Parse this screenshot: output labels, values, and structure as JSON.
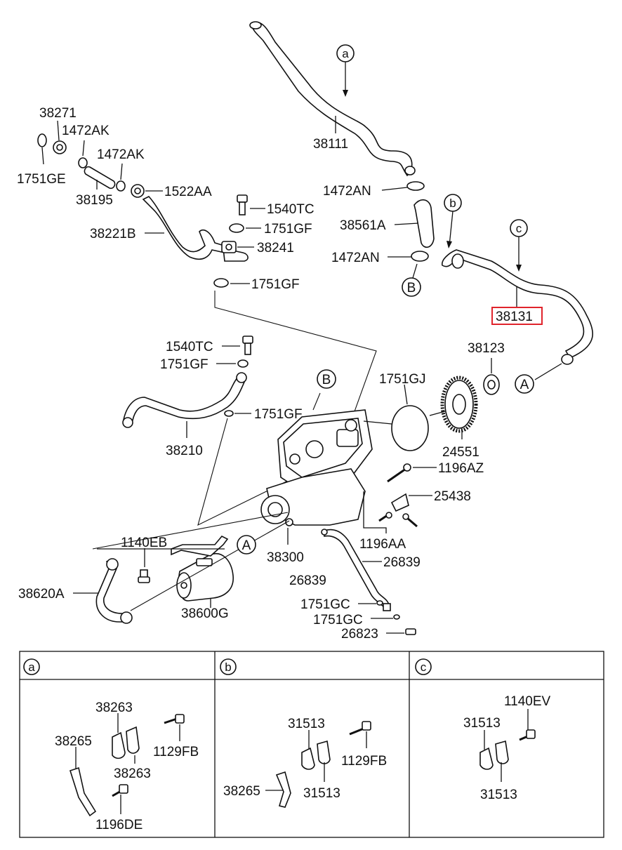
{
  "highlight_color": "#e0242c",
  "callouts": {
    "a": "a",
    "b": "b",
    "c": "c",
    "A": "A",
    "B": "B"
  },
  "labels": {
    "p38111": "38111",
    "p1472AN_1": "1472AN",
    "p38561A": "38561A",
    "p1472AN_2": "1472AN",
    "p38131": "38131",
    "p38271": "38271",
    "p1472AK_1": "1472AK",
    "p1472AK_2": "1472AK",
    "p1751GE": "1751GE",
    "p38195": "38195",
    "p1522AA": "1522AA",
    "p1540TC_1": "1540TC",
    "p1751GF_1": "1751GF",
    "p38221B": "38221B",
    "p38241": "38241",
    "p1751GF_2": "1751GF",
    "p1540TC_2": "1540TC",
    "p1751GF_3": "1751GF",
    "p1751GF_4": "1751GF",
    "p38210": "38210",
    "p1751GJ": "1751GJ",
    "p38123": "38123",
    "p24551": "24551",
    "p1196AZ": "1196AZ",
    "p25438": "25438",
    "p1196AA": "1196AA",
    "p1140EB": "1140EB",
    "p38300": "38300",
    "p26839_1": "26839",
    "p26839_2": "26839",
    "p38620A": "38620A",
    "p38600G": "38600G",
    "p1751GC_1": "1751GC",
    "p1751GC_2": "1751GC",
    "p26823": "26823"
  },
  "detail_a": {
    "p38263_1": "38263",
    "p38265": "38265",
    "p1129FB": "1129FB",
    "p38263_2": "38263",
    "p1196DE": "1196DE"
  },
  "detail_b": {
    "p31513_1": "31513",
    "p1129FB": "1129FB",
    "p38265": "38265",
    "p31513_2": "31513"
  },
  "detail_c": {
    "p1140EV": "1140EV",
    "p31513_1": "31513",
    "p31513_2": "31513"
  }
}
